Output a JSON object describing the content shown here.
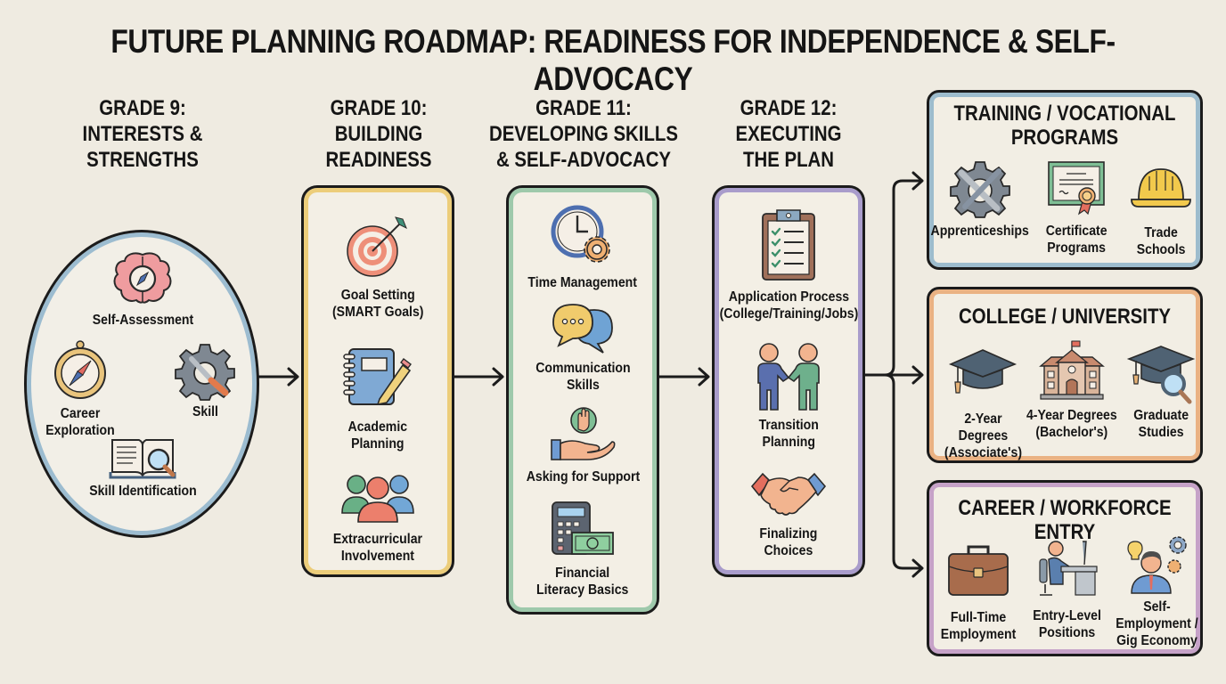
{
  "title": "FUTURE PLANNING ROADMAP: READINESS FOR INDEPENDENCE & SELF-ADVOCACY",
  "stages": [
    {
      "heading": [
        "GRADE 9:",
        "INTERESTS &",
        "STRENGTHS"
      ],
      "accent": "#9cbcd0",
      "shape": "oval",
      "items": [
        {
          "label": "Self-Assessment",
          "icon": "brain-compass-icon"
        },
        {
          "label": [
            "Career",
            "Exploration"
          ],
          "icon": "compass-icon"
        },
        {
          "label": "Skill",
          "icon": "gear-wrench-icon"
        },
        {
          "label": "Skill Identification",
          "icon": "book-magnifier-icon"
        }
      ]
    },
    {
      "heading": [
        "GRADE 10:",
        "BUILDING",
        "READINESS"
      ],
      "accent": "#eccd7a",
      "items": [
        {
          "label": [
            "Goal Setting",
            "(SMART Goals)"
          ],
          "icon": "target-arrow-icon"
        },
        {
          "label": [
            "Academic",
            "Planning"
          ],
          "icon": "notebook-pencil-icon"
        },
        {
          "label": [
            "Extracurricular",
            "Involvement"
          ],
          "icon": "group-people-icon"
        }
      ]
    },
    {
      "heading": [
        "GRADE 11:",
        "DEVELOPING SKILLS",
        "& SELF-ADVOCACY"
      ],
      "accent": "#9ec9ab",
      "items": [
        {
          "label": "Time Management",
          "icon": "clock-gear-icon"
        },
        {
          "label": [
            "Communication",
            "Skills"
          ],
          "icon": "speech-bubbles-icon"
        },
        {
          "label": "Asking for Support",
          "icon": "raised-hand-icon"
        },
        {
          "label": [
            "Financial",
            "Literacy Basics"
          ],
          "icon": "calculator-money-icon"
        }
      ]
    },
    {
      "heading": [
        "GRADE 12:",
        "EXECUTING",
        "THE PLAN"
      ],
      "accent": "#a99ccb",
      "items": [
        {
          "label": [
            "Application Process",
            "(College/Training/Jobs)"
          ],
          "icon": "clipboard-checklist-icon"
        },
        {
          "label": [
            "Transition",
            "Planning"
          ],
          "icon": "two-people-handshake-icon"
        },
        {
          "label": [
            "Finalizing",
            "Choices"
          ],
          "icon": "handshake-icon"
        }
      ]
    }
  ],
  "outcomes": [
    {
      "heading": [
        "TRAINING / VOCATIONAL",
        "PROGRAMS"
      ],
      "accent": "#9dbccd",
      "items": [
        {
          "label": "Apprenticeships",
          "icon": "gear-tools-icon"
        },
        {
          "label": [
            "Certificate",
            "Programs"
          ],
          "icon": "certificate-icon"
        },
        {
          "label": [
            "Trade",
            "Schools"
          ],
          "icon": "hard-hat-icon"
        }
      ]
    },
    {
      "heading": [
        "COLLEGE / UNIVERSITY"
      ],
      "accent": "#eab283",
      "items": [
        {
          "label": [
            "2-Year",
            "Degrees",
            "(Associate's)"
          ],
          "icon": "graduation-cap-icon"
        },
        {
          "label": [
            "4-Year Degrees",
            "(Bachelor's)"
          ],
          "icon": "university-building-icon"
        },
        {
          "label": [
            "Graduate",
            "Studies"
          ],
          "icon": "graduation-cap-magnifier-icon"
        }
      ]
    },
    {
      "heading": [
        "CAREER / WORKFORCE ENTRY"
      ],
      "accent": "#c6a2c8",
      "items": [
        {
          "label": [
            "Full-Time",
            "Employment"
          ],
          "icon": "briefcase-icon"
        },
        {
          "label": [
            "Entry-Level",
            "Positions"
          ],
          "icon": "person-at-desk-icon"
        },
        {
          "label": [
            "Self-",
            "Employment /",
            "Gig Economy"
          ],
          "icon": "person-idea-gears-icon"
        }
      ]
    }
  ],
  "colors": {
    "background": "#efebe1",
    "outline": "#1b1b1b",
    "text": "#151515"
  }
}
